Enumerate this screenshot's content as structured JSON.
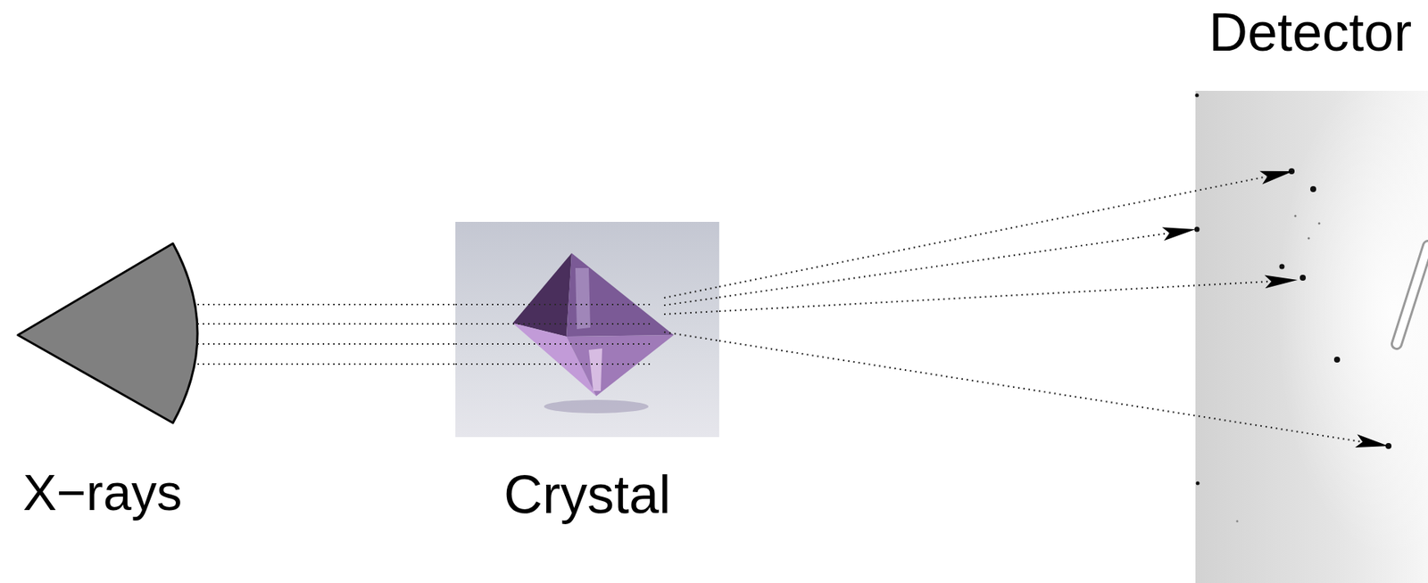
{
  "diagram": {
    "nodes": [
      {
        "text": [
          "X−rays"
        ]
      },
      {
        "text": [
          "Crystal"
        ]
      },
      {
        "text": [
          "Detector"
        ]
      }
    ],
    "edges": [
      {
        "from": 0,
        "to": 1,
        "arrow": "none"
      },
      {
        "from": 0,
        "to": 1,
        "arrow": "none"
      },
      {
        "from": 0,
        "to": 1,
        "arrow": "none"
      },
      {
        "from": 0,
        "to": 1,
        "arrow": "none"
      },
      {
        "from": 1,
        "to": 2,
        "arrow": "to"
      },
      {
        "from": 1,
        "to": 2,
        "arrow": "to"
      },
      {
        "from": 1,
        "to": 2,
        "arrow": "to"
      },
      {
        "from": 1,
        "to": 2,
        "arrow": "to"
      }
    ]
  }
}
